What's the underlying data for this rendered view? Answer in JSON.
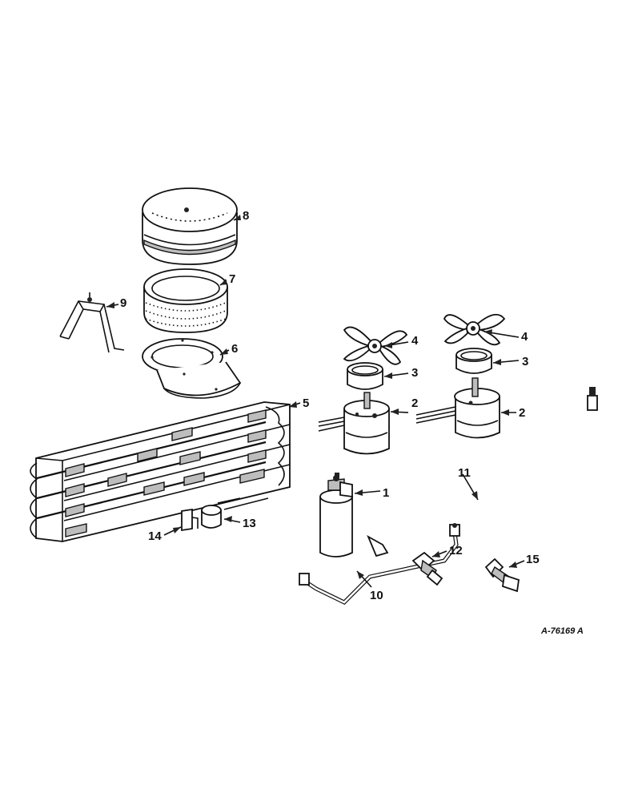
{
  "diagram": {
    "reference_code": "A-76169 A",
    "callouts": [
      "1",
      "2",
      "2",
      "3",
      "3",
      "4",
      "4",
      "5",
      "6",
      "7",
      "8",
      "9",
      "10",
      "11",
      "12",
      "13",
      "14",
      "15"
    ],
    "palette": {
      "ink": "#111111",
      "paper": "#ffffff",
      "shade": "#bdbdbd"
    },
    "parts": [
      {
        "number": "1",
        "icon": "receiver-drier-icon"
      },
      {
        "number": "2",
        "icon": "blower-motor-icon"
      },
      {
        "number": "3",
        "icon": "motor-band-icon"
      },
      {
        "number": "4",
        "icon": "fan-blade-icon"
      },
      {
        "number": "5",
        "icon": "evaporator-coil-icon"
      },
      {
        "number": "6",
        "icon": "mounting-gasket-icon"
      },
      {
        "number": "7",
        "icon": "perforated-screen-icon"
      },
      {
        "number": "8",
        "icon": "filter-cover-icon"
      },
      {
        "number": "9",
        "icon": "mounting-bracket-icon"
      },
      {
        "number": "10",
        "icon": "tube-assembly-icon"
      },
      {
        "number": "11",
        "icon": "tube-assembly-icon"
      },
      {
        "number": "12",
        "icon": "fitting-icon"
      },
      {
        "number": "13",
        "icon": "expansion-valve-icon"
      },
      {
        "number": "14",
        "icon": "clip-icon"
      },
      {
        "number": "15",
        "icon": "fitting-icon"
      }
    ]
  }
}
